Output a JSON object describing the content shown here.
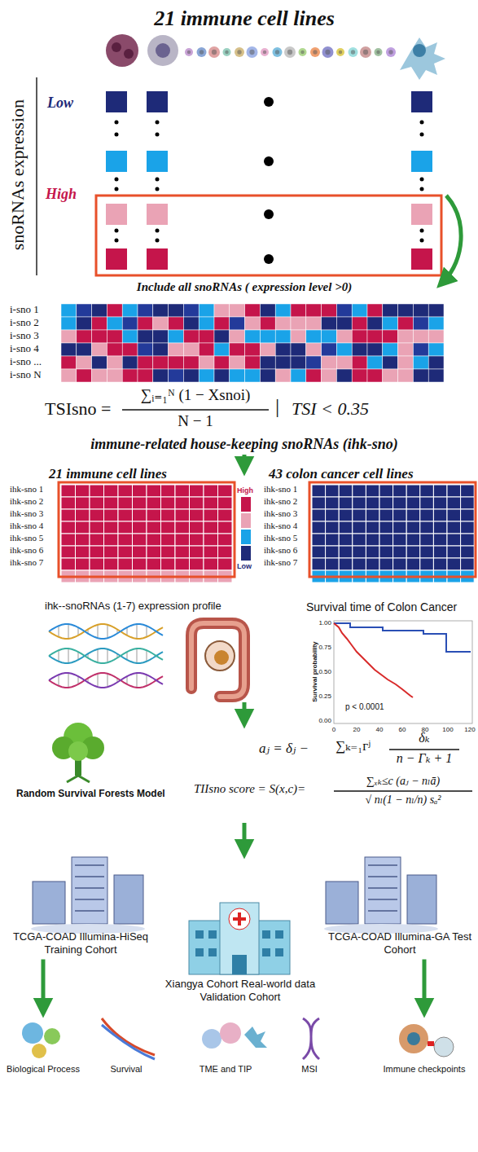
{
  "diagram": {
    "title": "21 immune cell lines",
    "nodes": [
      {
        "text": [
          "TCGA-COAD Illumina-HiSeq Training Cohort"
        ]
      },
      {
        "text": [
          "Xiangya Cohort Real-world data Validation Cohort"
        ]
      },
      {
        "text": [
          "TCGA-COAD Illumina-GA Test Cohort"
        ]
      },
      {
        "text": [
          "Biological Process"
        ]
      },
      {
        "text": [
          "Survival"
        ]
      },
      {
        "text": [
          "TME and TIP"
        ]
      },
      {
        "text": [
          "MSI"
        ]
      },
      {
        "text": [
          "Immune checkpoints"
        ]
      }
    ],
    "edges": [
      {
        "from": 0,
        "to": 3,
        "arrow": "to"
      },
      {
        "from": 2,
        "to": 7,
        "arrow": "to"
      }
    ],
    "labels": [
      "snoRNAs expression",
      "Low",
      "High",
      "Include all snoRNAs ( expression level >0)",
      "i-sno 1",
      "i-sno 2",
      "i-sno 3",
      "i-sno 4",
      "i-sno ...",
      "i-sno N",
      "TSIsno =",
      "∑ᵢ₌₁ᴺ (1 − Xsnoi)",
      "N − 1",
      "|",
      "TSI < 0.35",
      "immune-related house-keeping snoRNAs (ihk-sno)",
      "21 immune cell lines",
      "43 colon cancer cell lines",
      "ihk-sno 1",
      "ihk-sno 2",
      "ihk-sno 3",
      "ihk-sno 4",
      "ihk-sno 5",
      "ihk-sno 6",
      "ihk-sno 7",
      "ihk-sno 1",
      "ihk-sno 2",
      "ihk-sno 3",
      "ihk-sno 4",
      "ihk-sno 5",
      "ihk-sno 6",
      "ihk-sno 7",
      "High",
      "Low",
      "ihk--snoRNAs (1-7) expression profile",
      "Survival time of Colon Cancer",
      "1.00",
      "0.75",
      "0.50",
      "0.25",
      "0.00",
      "Survival probability",
      "p < 0.0001",
      "0",
      "20",
      "40",
      "60",
      "80",
      "100",
      "120",
      "aⱼ = δⱼ −",
      "∑ₖ₌₁ᴦʲ",
      "δₖ",
      "n − Γₖ + 1",
      "TIIsno score = S(x,c)=",
      "∑ₓₖ≤c (aⱼ − nₗā)",
      "√ nₗ(1 − nₗ/n) sₐ²",
      "Random Survival Forests Model"
    ]
  }
}
